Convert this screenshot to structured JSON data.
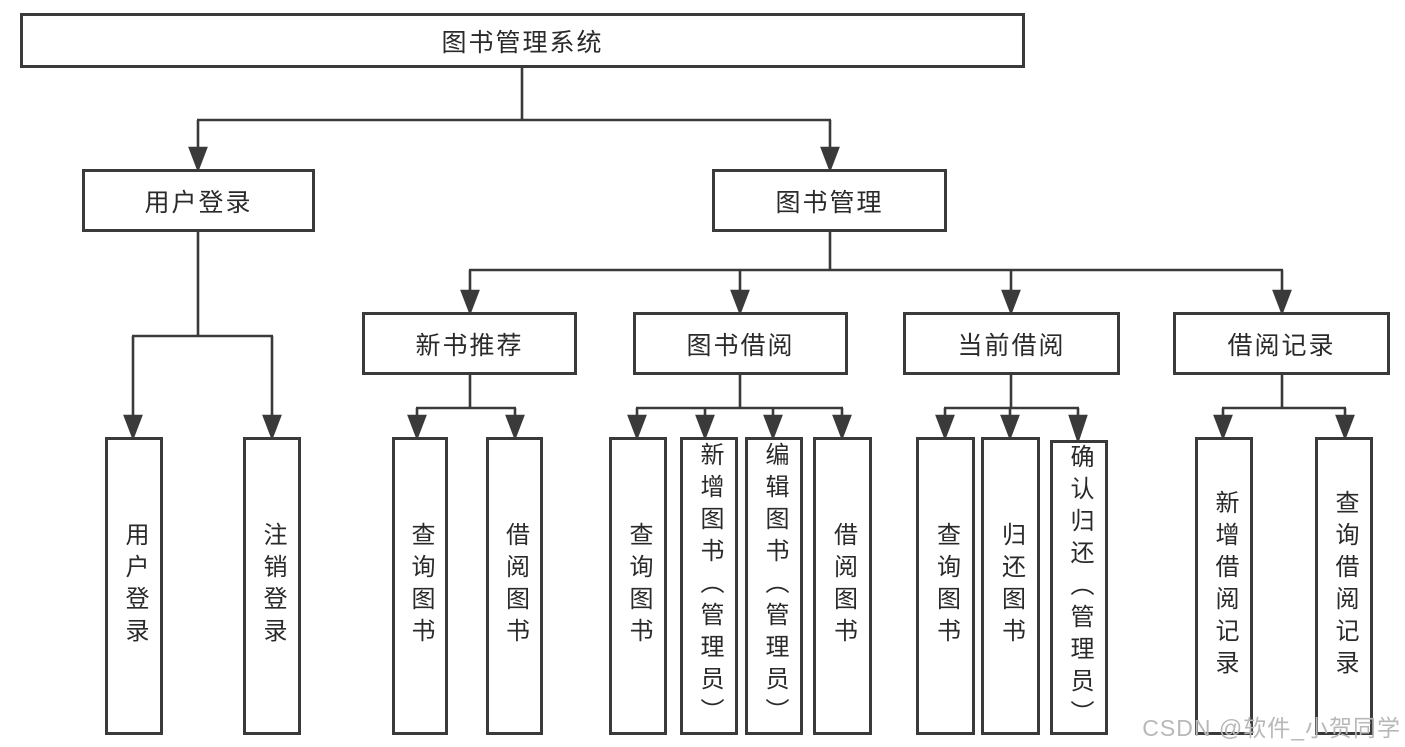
{
  "tree": {
    "root": "图书管理系统",
    "branches": [
      {
        "label": "用户登录",
        "children": [
          "用户登录",
          "注销登录"
        ]
      },
      {
        "label": "图书管理",
        "groups": [
          {
            "label": "新书推荐",
            "children": [
              "查询图书",
              "借阅图书"
            ]
          },
          {
            "label": "图书借阅",
            "children": [
              "查询图书",
              "新增图书（管理员）",
              "编辑图书（管理员）",
              "借阅图书"
            ]
          },
          {
            "label": "当前借阅",
            "children": [
              "查询图书",
              "归还图书",
              "确认归还（管理员）"
            ]
          },
          {
            "label": "借阅记录",
            "children": [
              "新增借阅记录",
              "查询借阅记录"
            ]
          }
        ]
      }
    ]
  },
  "watermark": {
    "text": "CSDN @软件_小贺同学"
  },
  "colors": {
    "line": "#3a3a3a",
    "text": "#2a2a2a",
    "background": "#ffffff",
    "watermark": "#b8b8b8"
  }
}
